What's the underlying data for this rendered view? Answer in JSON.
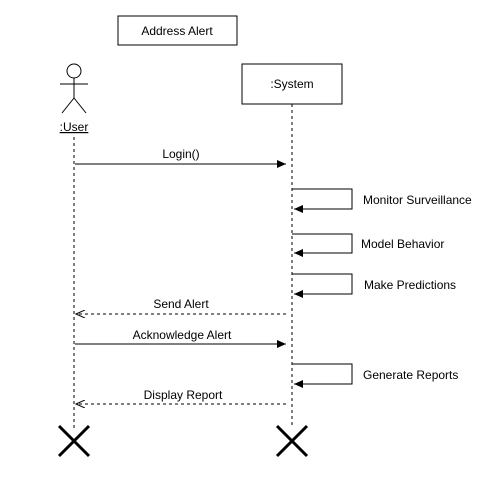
{
  "title": "Address Alert",
  "actor": {
    "label": ":User"
  },
  "system": {
    "label": ":System"
  },
  "messages": [
    {
      "label": "Login()",
      "from": "actor",
      "to": "system",
      "kind": "sync"
    },
    {
      "label": "Monitor Surveillance",
      "from": "system",
      "to": "system",
      "kind": "self"
    },
    {
      "label": "Model Behavior",
      "from": "system",
      "to": "system",
      "kind": "self"
    },
    {
      "label": "Make Predictions",
      "from": "system",
      "to": "system",
      "kind": "self"
    },
    {
      "label": "Send Alert",
      "from": "system",
      "to": "actor",
      "kind": "return"
    },
    {
      "label": "Acknowledge Alert",
      "from": "actor",
      "to": "system",
      "kind": "sync"
    },
    {
      "label": "Generate Reports",
      "from": "system",
      "to": "system",
      "kind": "self"
    },
    {
      "label": "Display Report",
      "from": "system",
      "to": "actor",
      "kind": "return"
    }
  ],
  "terminators": [
    "actor",
    "system"
  ]
}
